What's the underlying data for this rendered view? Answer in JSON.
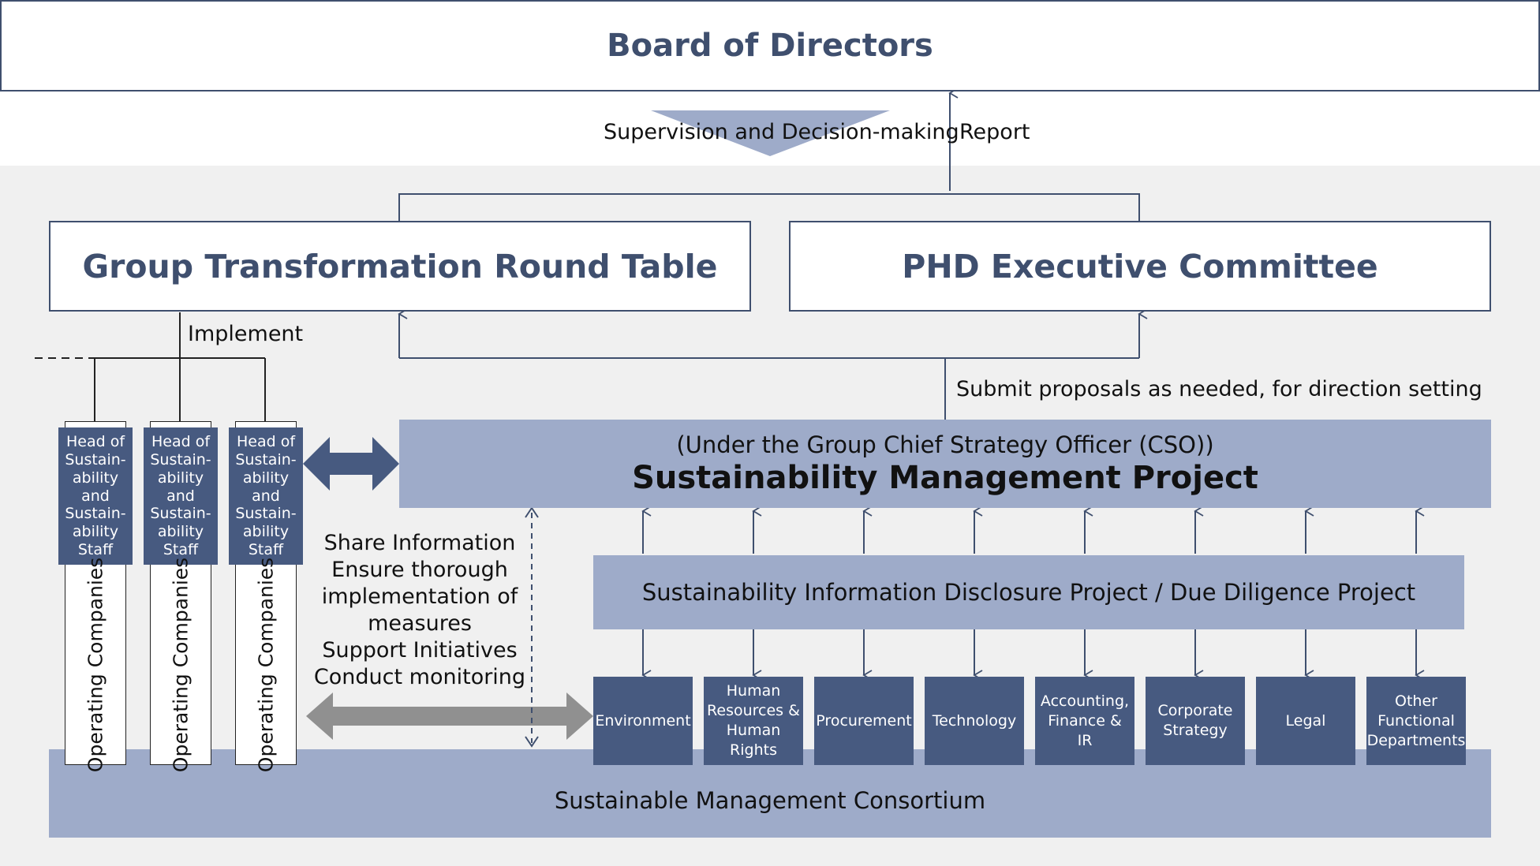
{
  "board": {
    "title": "Board of Directors"
  },
  "flows": {
    "supervision": "Supervision and Decision-making",
    "report": "Report",
    "implement": "Implement",
    "submit": "Submit proposals as needed, for direction setting"
  },
  "committees": {
    "round_table": "Group Transformation Round Table",
    "executive": "PHD Executive Committee"
  },
  "smp": {
    "subtitle": "(Under the Group Chief Strategy Officer (CSO))",
    "title": "Sustainability Management Project"
  },
  "sidp": {
    "title": "Sustainability Information Disclosure Project / Due Diligence Project"
  },
  "consortium": {
    "title": "Sustainable Management Consortium"
  },
  "companies": {
    "head_label": "Head of Sustain-ability and Sustain-ability Staff",
    "operating_label": "Operating Companies"
  },
  "actions": {
    "share": "Share Information",
    "ensure": "Ensure thorough implementation of measures",
    "support": "Support Initiatives",
    "monitor": "Conduct monitoring"
  },
  "departments": [
    "Environment",
    "Human Resources & Human Rights",
    "Procurement",
    "Technology",
    "Accounting, Finance & IR",
    "Corporate Strategy",
    "Legal",
    "Other Functional Departments"
  ],
  "colors": {
    "navy_text": "#3f4f6e",
    "dark_box": "#475a80",
    "light_box": "#9eabc9",
    "panel_bg": "#f0f0f0",
    "gray_arrow": "#909090"
  }
}
